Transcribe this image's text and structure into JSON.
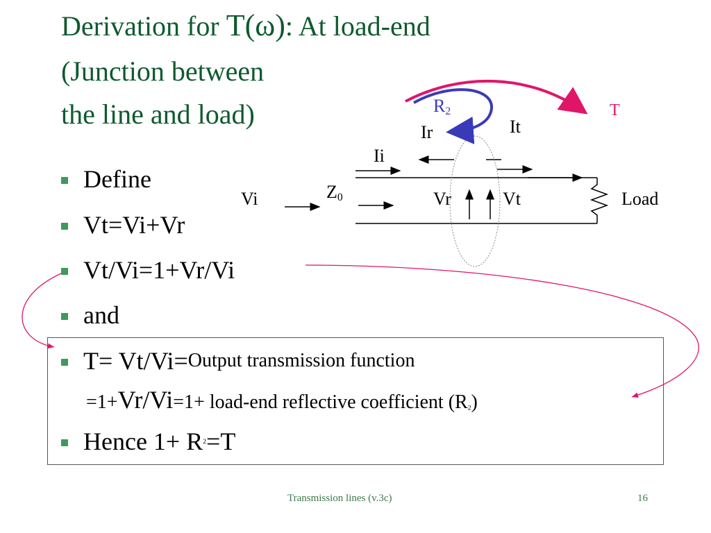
{
  "title": {
    "line1_a": "Derivation for ",
    "line1_b": "T(ω)",
    "line1_c": ": At load-end",
    "line2": "(Junction between",
    "line3": "the line and load)"
  },
  "bullets": {
    "b1": "Define",
    "b2": "Vt=Vi+Vr",
    "b3": "Vt/Vi=1+Vr/Vi",
    "b4": "and",
    "b5_a": "T= Vt/Vi=",
    "b5_b": "Output transmission function",
    "b5_c": "=1+",
    "b5_d": "Vr/Vi",
    "b5_e": "=1+ load-end reflective coefficient (R",
    "b5_sub": "2",
    "b5_f": ")",
    "b6_a": "Hence 1+ R",
    "b6_sub": "2",
    "b6_b": "=T"
  },
  "diagram": {
    "vi": "Vi",
    "z0": "Z",
    "z0_sub": "0",
    "ii": "Ii",
    "ir": "Ir",
    "it": "It",
    "vr": "Vr",
    "vt": "Vt",
    "load": "Load",
    "r2": "R",
    "r2_sub": "2",
    "t": "T"
  },
  "footer": {
    "center": "Transmission lines (v.3c)",
    "page": "16"
  },
  "colors": {
    "title": "#0f5a2e",
    "bullet": "#3f9a5a",
    "arrow_pink": "#e0156a",
    "arrow_blue": "#3a3ab8"
  }
}
